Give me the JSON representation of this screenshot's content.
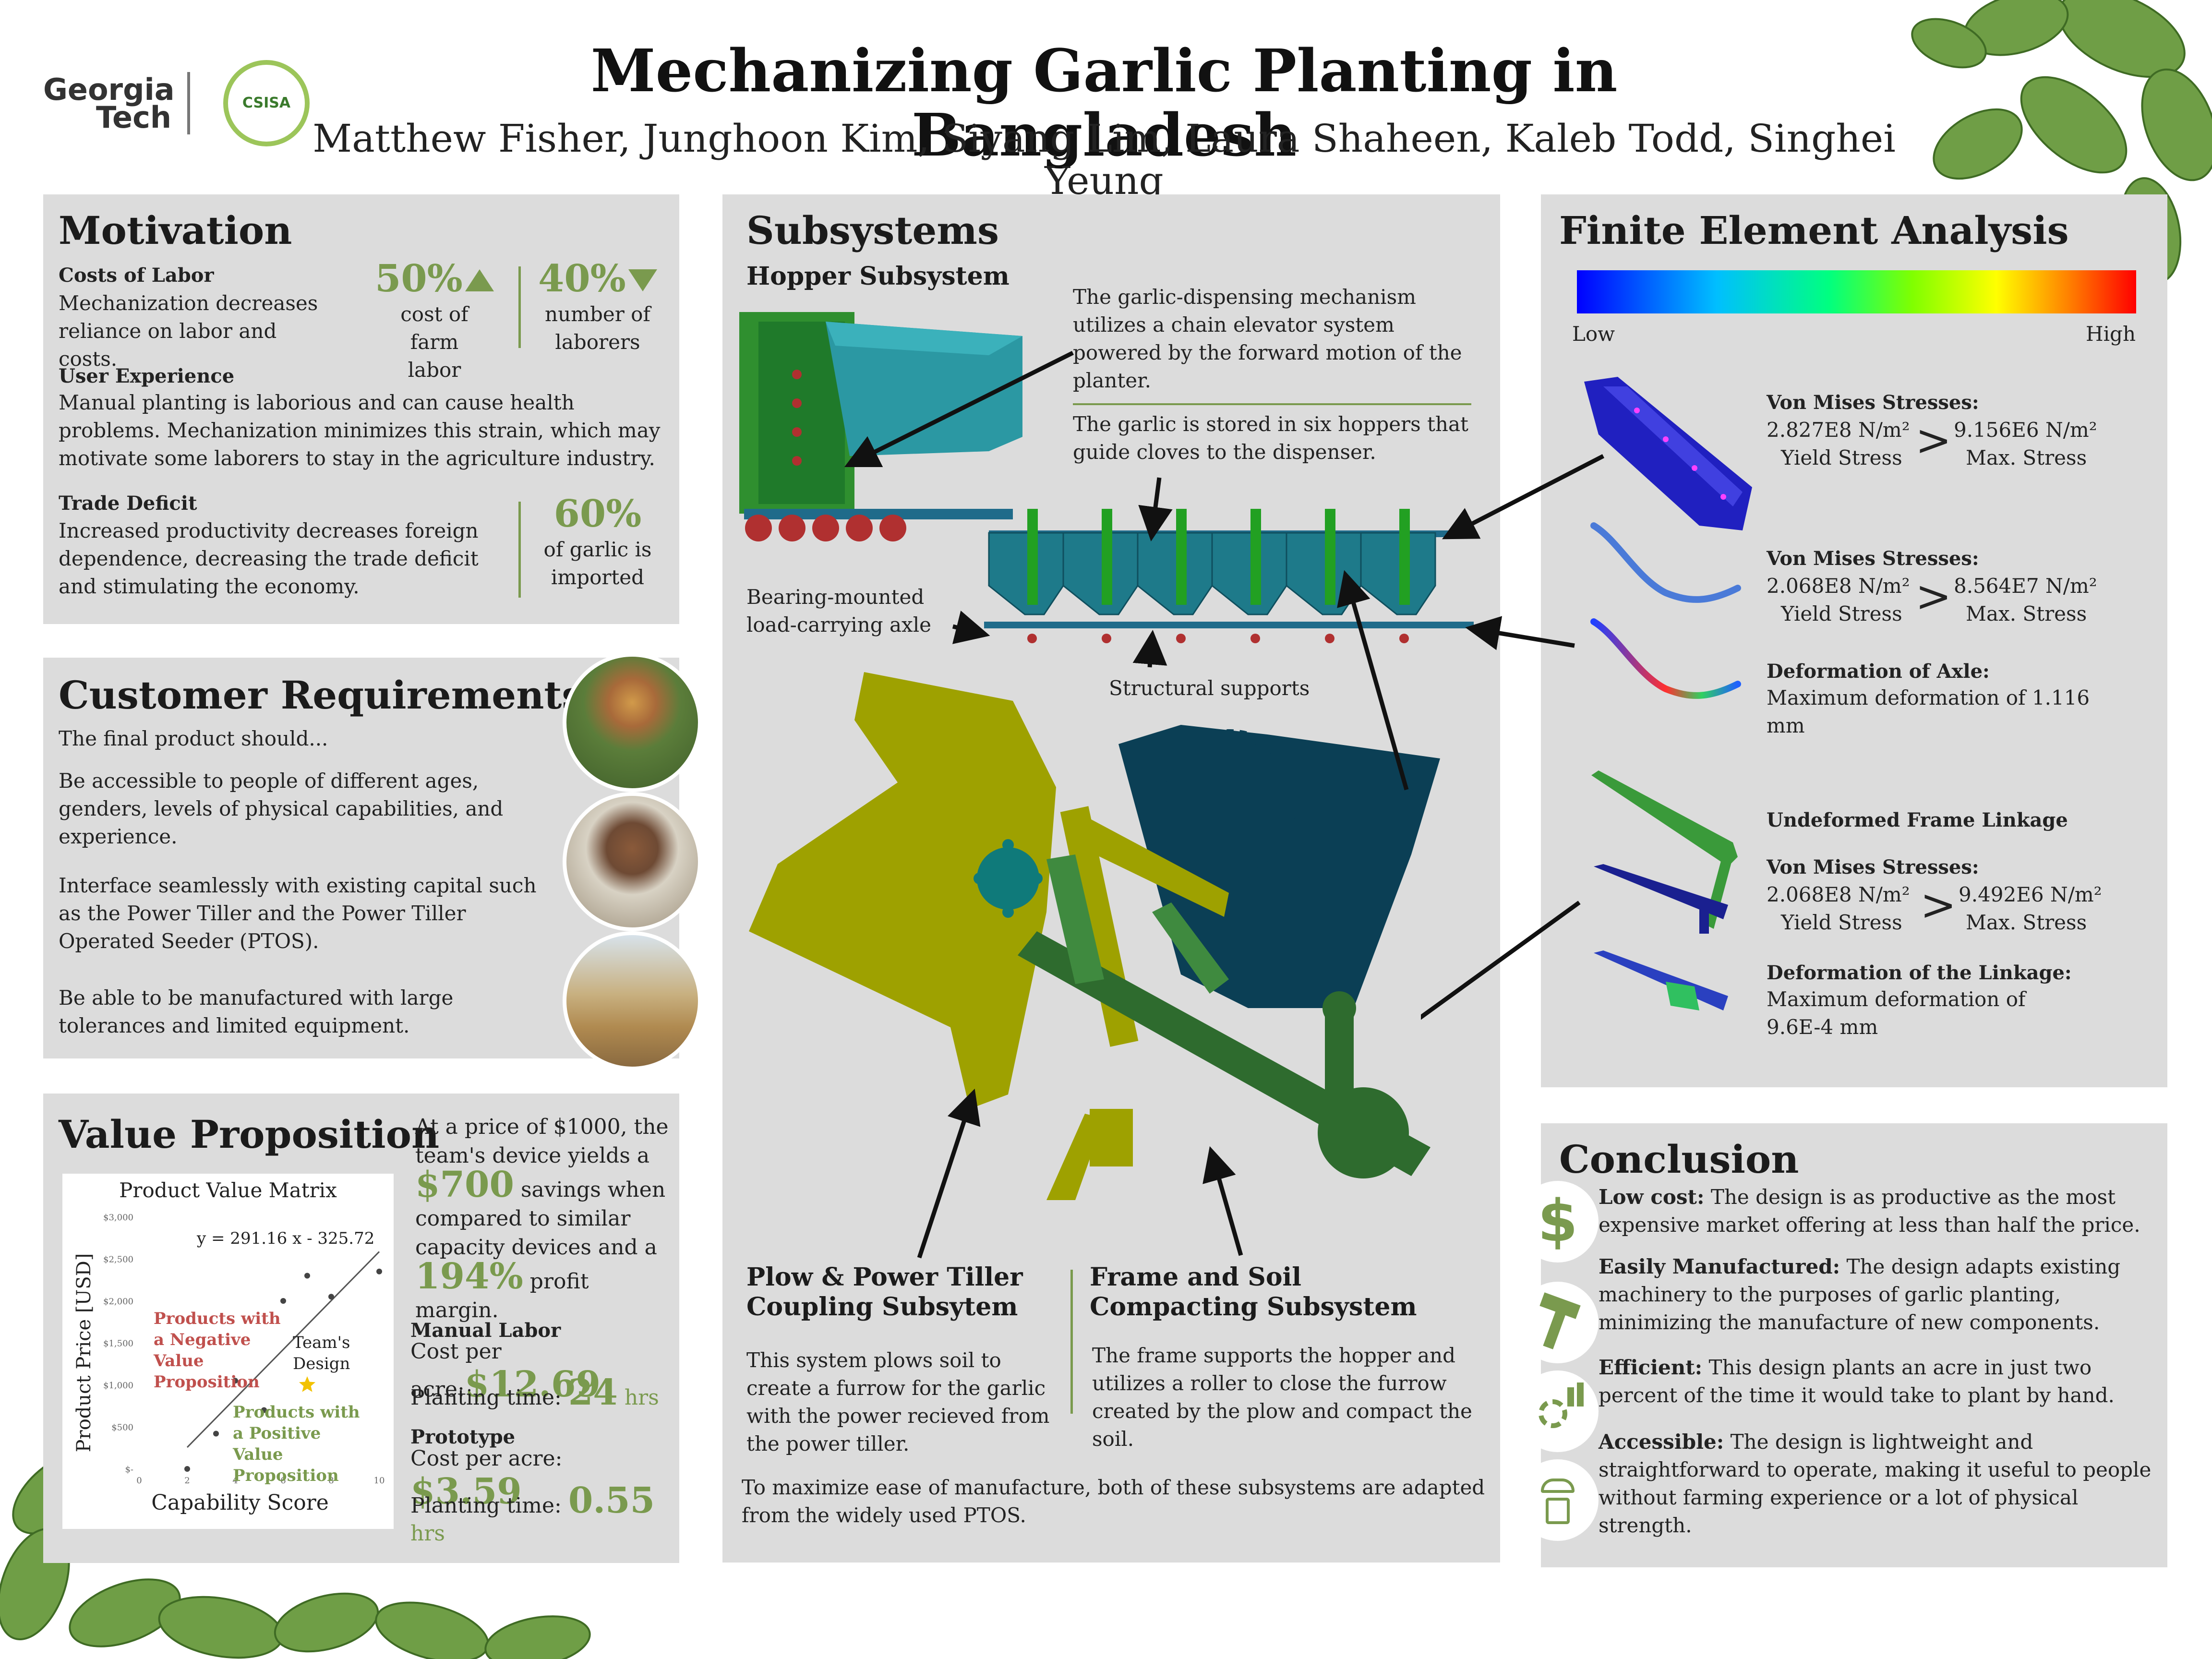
{
  "header": {
    "title": "Mechanizing Garlic Planting in Bangladesh",
    "authors": "Matthew Fisher, Junghoon Kim, Siyang Lim, Laura Shaheen, Kaleb Todd, Singhei Yeung",
    "logo_gt_line1": "Georgia",
    "logo_gt_line2": "Tech",
    "logo_csisa": "CSISA"
  },
  "motivation": {
    "title": "Motivation",
    "costs_heading": "Costs of Labor",
    "costs_text": "Mechanization decreases reliance on labor and costs.",
    "stat1_value": "50%",
    "stat1_label": "cost of farm labor",
    "stat2_value": "40%",
    "stat2_label": "number of laborers",
    "ux_heading": "User Experience",
    "ux_text": "Manual planting is laborious and can cause health problems. Mechanization minimizes this strain, which may motivate some laborers to stay in the agriculture industry.",
    "trade_heading": "Trade Deficit",
    "trade_text": "Increased productivity decreases foreign dependence, decreasing the trade deficit and stimulating the economy.",
    "stat3_value": "60%",
    "stat3_label": "of garlic is imported"
  },
  "customer": {
    "title": "Customer Requirements",
    "intro": "The final product should...",
    "req1": "Be accessible to people of different ages, genders, levels of physical capabilities, and experience.",
    "req2": "Interface seamlessly with existing capital such as the Power Tiller and the Power Tiller Operated Seeder (PTOS).",
    "req3": "Be able to be manufactured with large tolerances and limited equipment."
  },
  "value": {
    "title": "Value Proposition",
    "text_a": "At a price of $1000, the team's device yields a",
    "savings": "$700",
    "text_b": "savings when compared to similar capacity devices and a",
    "margin": "194%",
    "text_c": "profit margin.",
    "manual_heading": "Manual Labor",
    "manual_cost_label": "Cost per acre:",
    "manual_cost": "$12.69",
    "manual_time_label": "Planting time:",
    "manual_time": "24",
    "manual_time_unit": "hrs",
    "proto_heading": "Prototype",
    "proto_cost_label": "Cost per acre:",
    "proto_cost": "$3.59",
    "proto_time_label": "Planting time:",
    "proto_time": "0.55",
    "proto_time_unit": "hrs"
  },
  "chart_data": {
    "type": "scatter",
    "title": "Product Value Matrix",
    "xlabel": "Capability Score",
    "ylabel": "Product Price [USD]",
    "equation": "y = 291.16 x - 325.72",
    "xlim": [
      0,
      10
    ],
    "ylim": [
      0,
      3000
    ],
    "x_ticks": [
      "0",
      "2",
      "4",
      "6",
      "8",
      "10"
    ],
    "y_ticks": [
      "$-",
      "$500",
      "$1,000",
      "$1,500",
      "$2,000",
      "$2,500",
      "$3,000"
    ],
    "points": [
      {
        "x": 2.0,
        "y": 0
      },
      {
        "x": 3.2,
        "y": 420
      },
      {
        "x": 4.0,
        "y": 1050
      },
      {
        "x": 5.2,
        "y": 700
      },
      {
        "x": 6.0,
        "y": 2000
      },
      {
        "x": 7.0,
        "y": 2300
      },
      {
        "x": 8.0,
        "y": 2050
      },
      {
        "x": 10.0,
        "y": 2350
      }
    ],
    "team_design": {
      "x": 7.0,
      "y": 1000
    },
    "trendline": {
      "slope": 291.16,
      "intercept": -325.72
    },
    "annotations": {
      "negative": "Products with a Negative Value Proposition",
      "positive": "Products with a Positive Value Proposition",
      "team": "Team's Design"
    },
    "colors": {
      "negative": "#c0504d",
      "positive": "#7a9a4e",
      "star": "#f2c200"
    }
  },
  "subsystems": {
    "title": "Subsystems",
    "hopper_heading": "Hopper Subsystem",
    "hopper_text1": "The garlic-dispensing mechanism utilizes a chain elevator system powered by the forward motion of the planter.",
    "hopper_text2": "The garlic is stored in six hoppers that guide cloves to the dispenser.",
    "axle_label": "Bearing-mounted load-carrying axle",
    "supports_label": "Structural supports",
    "plow_heading": "Plow & Power Tiller Coupling Subsytem",
    "plow_text": "This system plows soil to create a furrow for the garlic with the power recieved from the power tiller.",
    "frame_heading": "Frame and Soil Compacting Subsystem",
    "frame_text": "The frame supports the hopper and utilizes a roller to close the furrow created by the plow and compact the soil.",
    "footer": "To maximize ease of manufacture, both of these subsystems are adapted from the widely used PTOS."
  },
  "fea": {
    "title": "Finite Element Analysis",
    "low": "Low",
    "high": "High",
    "vm_label": "Von Mises Stresses:",
    "yield_label": "Yield Stress",
    "max_label": "Max. Stress",
    "gt": ">",
    "r1_yield": "2.827E8 N/m²",
    "r1_max": "9.156E6 N/m²",
    "r2_yield": "2.068E8 N/m²",
    "r2_max": "8.564E7 N/m²",
    "axle_def_heading": "Deformation of Axle:",
    "axle_def_text": "Maximum deformation of 1.116 mm",
    "frame_undeformed": "Undeformed Frame Linkage",
    "r3_yield": "2.068E8 N/m²",
    "r3_max": "9.492E6 N/m²",
    "link_def_heading": "Deformation of the Linkage:",
    "link_def_text": "Maximum deformation of 9.6E-4 mm"
  },
  "conclusion": {
    "title": "Conclusion",
    "c1_head": "Low cost:",
    "c1_text": "The design is as productive as the most expensive market offering at less than half the price.",
    "c2_head": "Easily Manufactured:",
    "c2_text": "The design adapts existing machinery to the purposes of garlic planting, minimizing the manufacture of new components.",
    "c3_head": "Efficient:",
    "c3_text": "This design plants an acre in just two percent of the time it would take to plant by hand.",
    "c4_head": "Accessible:",
    "c4_text": "The design is lightweight and straightforward to operate, making it useful to people without farming experience or a lot of physical strength."
  },
  "colors": {
    "panel": "#dcdcdc",
    "accent_green": "#7a9a4e",
    "leaf_green": "#5f8f3a"
  }
}
